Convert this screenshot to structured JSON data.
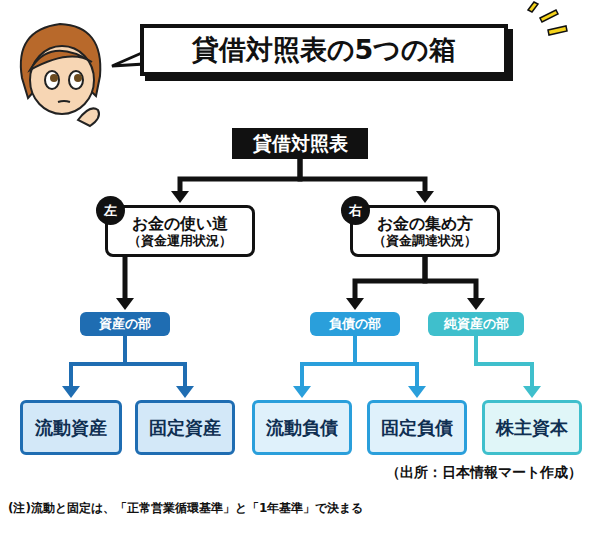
{
  "diagram": {
    "title": "貸借対照表の5つの箱",
    "nodes": [
      {
        "text": [
          "貸借対照表"
        ]
      },
      {
        "text": [
          "お金の使い道",
          "（資金運用状況）"
        ]
      },
      {
        "text": [
          "左"
        ],
        "in": 1
      },
      {
        "text": [
          "お金の集め方",
          "（資金調達状況）"
        ]
      },
      {
        "text": [
          "右"
        ],
        "in": 3
      },
      {
        "text": [
          "資産の部"
        ]
      },
      {
        "text": [
          "負債の部"
        ]
      },
      {
        "text": [
          "純資産の部"
        ]
      },
      {
        "text": [
          "流動資産"
        ]
      },
      {
        "text": [
          "固定資産"
        ]
      },
      {
        "text": [
          "流動負債"
        ]
      },
      {
        "text": [
          "固定負債"
        ]
      },
      {
        "text": [
          "株主資本"
        ]
      }
    ],
    "edges": [
      {
        "from": 0,
        "to": 1,
        "arrow": "to"
      },
      {
        "from": 0,
        "to": 3,
        "arrow": "to"
      },
      {
        "from": 1,
        "to": 5,
        "arrow": "to"
      },
      {
        "from": 3,
        "to": 6,
        "arrow": "to"
      },
      {
        "from": 3,
        "to": 7,
        "arrow": "to"
      },
      {
        "from": 5,
        "to": 8,
        "arrow": "to"
      },
      {
        "from": 5,
        "to": 9,
        "arrow": "to"
      },
      {
        "from": 6,
        "to": 10,
        "arrow": "to"
      },
      {
        "from": 6,
        "to": 11,
        "arrow": "to"
      },
      {
        "from": 7,
        "to": 12,
        "arrow": "to"
      }
    ],
    "labels": [
      "（出所：日本情報マート作成）",
      "(注)流動と固定は、「正常営業循環基準」と「1年基準」で決まる"
    ]
  }
}
